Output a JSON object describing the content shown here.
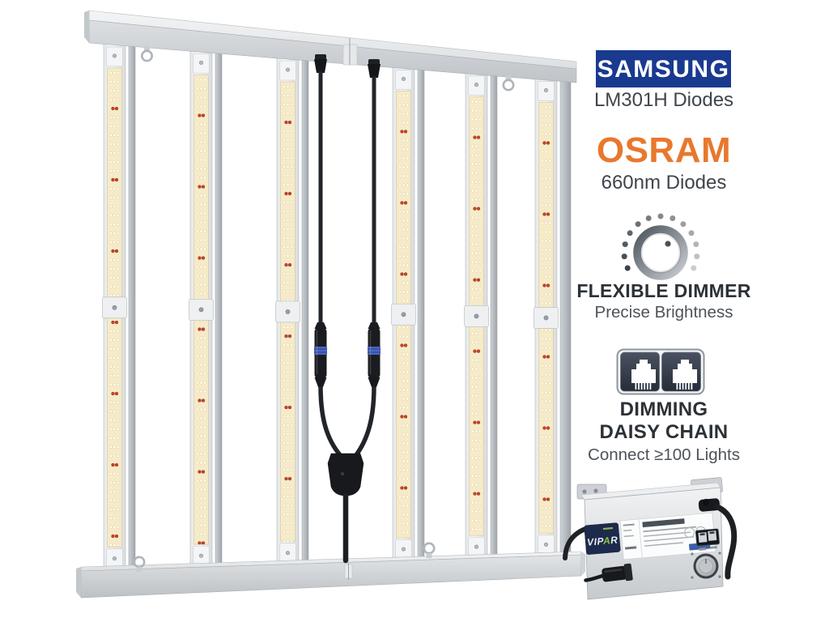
{
  "page": {
    "background": "#ffffff"
  },
  "badges": {
    "samsung": {
      "logo_text": "SAMSUNG",
      "caption": "LM301H Diodes",
      "logo_bg": "#1a3a8f",
      "logo_color": "#ffffff"
    },
    "osram": {
      "logo_text": "OSRAM",
      "caption": "660nm Diodes",
      "logo_color": "#e8782d"
    }
  },
  "features": {
    "dimmer": {
      "icon": "dimmer-knob-icon",
      "title": "FLEXIBLE DIMMER",
      "subtitle": "Precise Brightness"
    },
    "daisy_chain": {
      "icon": "rj45-dual-port-icon",
      "title_line1": "DIMMING",
      "title_line2": "DAISY CHAIN",
      "subtitle": "Connect ≥100 Lights"
    }
  },
  "driver": {
    "brand_prefix": "VIP",
    "brand_accent": "A",
    "brand_suffix": "R",
    "accent_color": "#8dc63f"
  },
  "fixture": {
    "led_bar_count": 6,
    "led_warm_color": "#f6ebc8",
    "led_red_color": "#c8422e"
  }
}
